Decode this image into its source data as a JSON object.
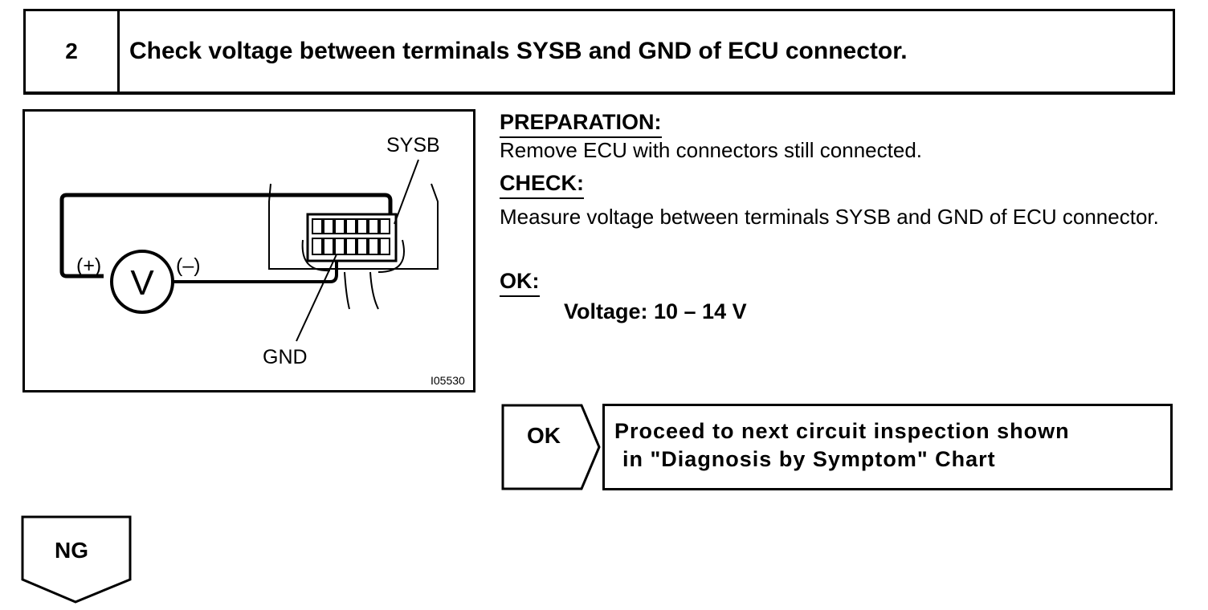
{
  "step": {
    "number": "2",
    "title": "Check voltage between terminals SYSB and GND of ECU connector."
  },
  "figure": {
    "label_sysb": "SYSB",
    "label_gnd": "GND",
    "label_plus": "(+)",
    "label_minus": "(–)",
    "meter_symbol": "V",
    "figure_id": "I05530"
  },
  "preparation": {
    "heading": "PREPARATION:",
    "text": "Remove ECU with connectors still connected."
  },
  "check": {
    "heading": "CHECK:",
    "text": "Measure voltage between terminals SYSB and GND of ECU connector."
  },
  "ok": {
    "heading": "OK:",
    "value": "Voltage: 10 – 14 V"
  },
  "flow": {
    "ok_label": "OK",
    "ok_result_line1": "Proceed to next circuit inspection shown",
    "ok_result_line2": "in \"Diagnosis by Symptom\" Chart",
    "ng_label": "NG"
  }
}
